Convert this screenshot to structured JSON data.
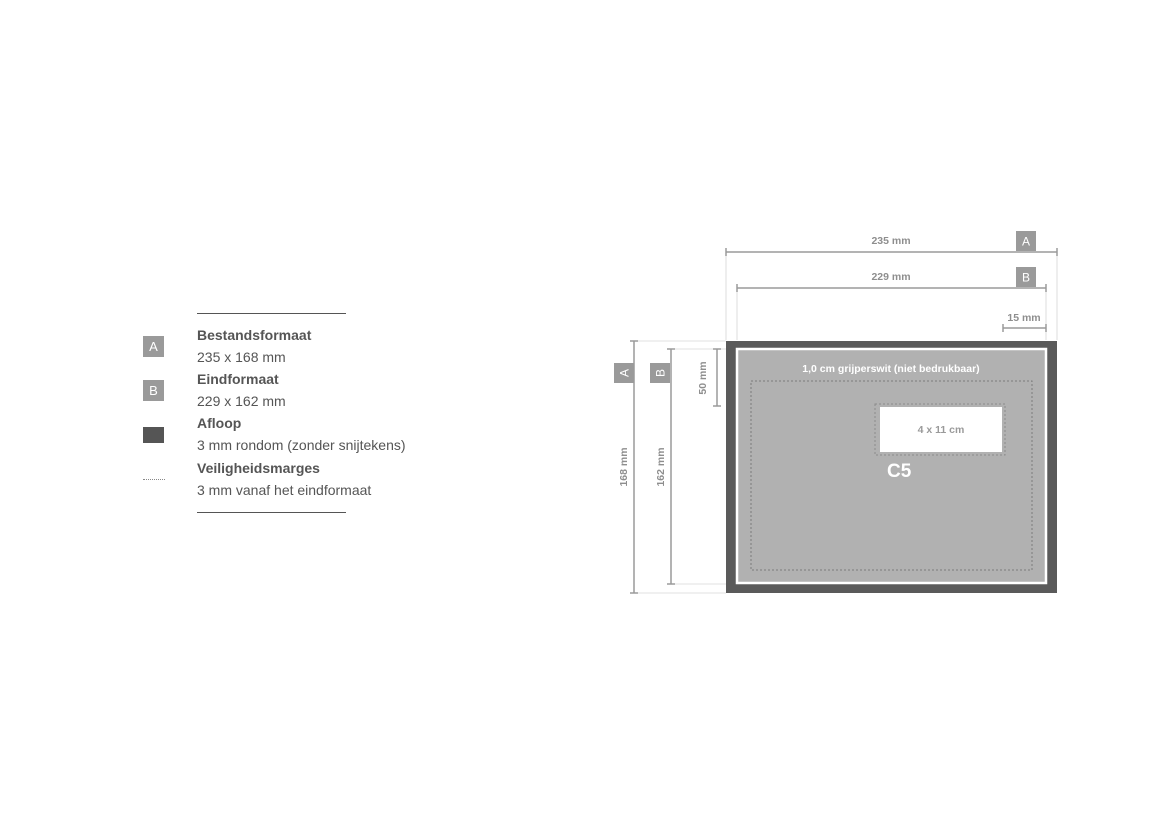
{
  "legend": {
    "items": [
      {
        "badge": "A",
        "title": "Bestandsformaat",
        "value": "235 x 168 mm"
      },
      {
        "badge": "B",
        "title": "Eindformaat",
        "value": "229 x 162 mm"
      },
      {
        "title": "Afloop",
        "value": "3 mm rondom (zonder snijtekens)"
      },
      {
        "title": "Veiligheidsmarges",
        "value": "3 mm vanaf het eindformaat"
      }
    ]
  },
  "diagram": {
    "width_a": "235 mm",
    "width_b": "229 mm",
    "margin_right": "15 mm",
    "height_a": "168 mm",
    "height_b": "162 mm",
    "window_top": "50 mm",
    "grip_label": "1,0 cm grijperswit (niet bedrukbaar)",
    "window_label": "4 x 11 cm",
    "format_label": "C5",
    "badge_a": "A",
    "badge_b": "B"
  },
  "colors": {
    "bleed": "#5a5a5a",
    "paper": "#b1b1b1",
    "badge": "#9a9a9a",
    "dimension": "#9a9a9a"
  }
}
